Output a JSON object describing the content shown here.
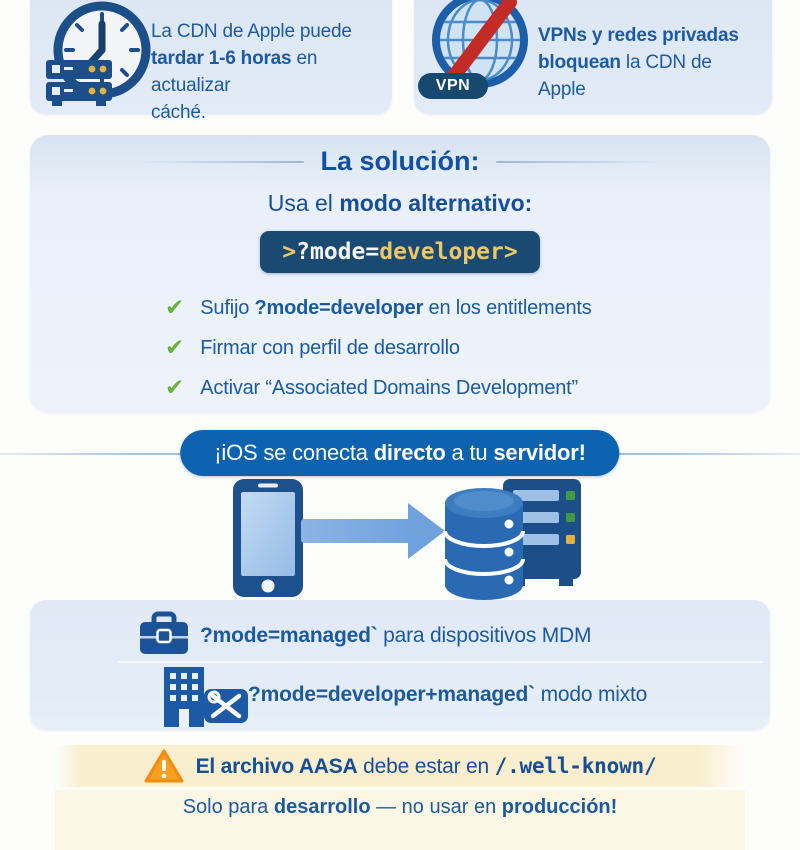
{
  "palette": {
    "accent_blue": "#0d63af",
    "text_blue": "#1b5a9c",
    "heading_blue": "#1150a2",
    "card_bg": "#dde7f3",
    "navy_code_bg": "#1a4a72",
    "code_gold": "#ecc768",
    "check_green": "#6ab43c",
    "warning_orange": "#f7a01d",
    "warning_bg": "#f9eecd",
    "slash_red": "#c32b26"
  },
  "problems": {
    "cdn": {
      "icon": "clock-server-icon",
      "line1": "La CDN de Apple puede",
      "line2_bold": "tardar 1-6 horas",
      "line2_rest": " en actualizar",
      "line3": "cáché."
    },
    "vpn": {
      "icon": "vpn-globe-icon",
      "badge": "VPN",
      "line1": "VPNs y redes privadas",
      "line2_bold": "bloquean",
      "line2_rest": " la CDN de Apple"
    }
  },
  "solution": {
    "title": "La solución:",
    "subtitle_t1": "Usa el ",
    "subtitle_t2": "modo alternativo:",
    "code": {
      "t1": ">",
      "t2": "?mode=",
      "t3": "developer",
      "t4": ">"
    },
    "checklist": [
      {
        "t1": "Sufijo ",
        "t2": "?mode=developer",
        "t3": " en los entitlements"
      },
      {
        "t1": "Firmar con perfil de desarrollo"
      },
      {
        "t1": "Activar “Associated Domains Development”"
      }
    ]
  },
  "banner": {
    "t1": "¡iOS se conecta ",
    "t2": "directo",
    "t3": " a tu ",
    "t4": "servidor!"
  },
  "modes": [
    {
      "icon": "briefcase-icon",
      "t1": "?mode=managed`",
      "t2": " para dispositivos MDM"
    },
    {
      "icon": "building-tools-icon",
      "t1": "?mode=developer+managed`",
      "t2": " modo mixto"
    }
  ],
  "warning": {
    "icon": "warning-triangle-icon",
    "t1": "El archivo AASA",
    "t2": " debe estar en ",
    "t3": "/.well-known/"
  },
  "footer": {
    "t1": "Solo para ",
    "t2": "desarrollo",
    "t3": " — no usar en ",
    "t4": "producción!"
  }
}
